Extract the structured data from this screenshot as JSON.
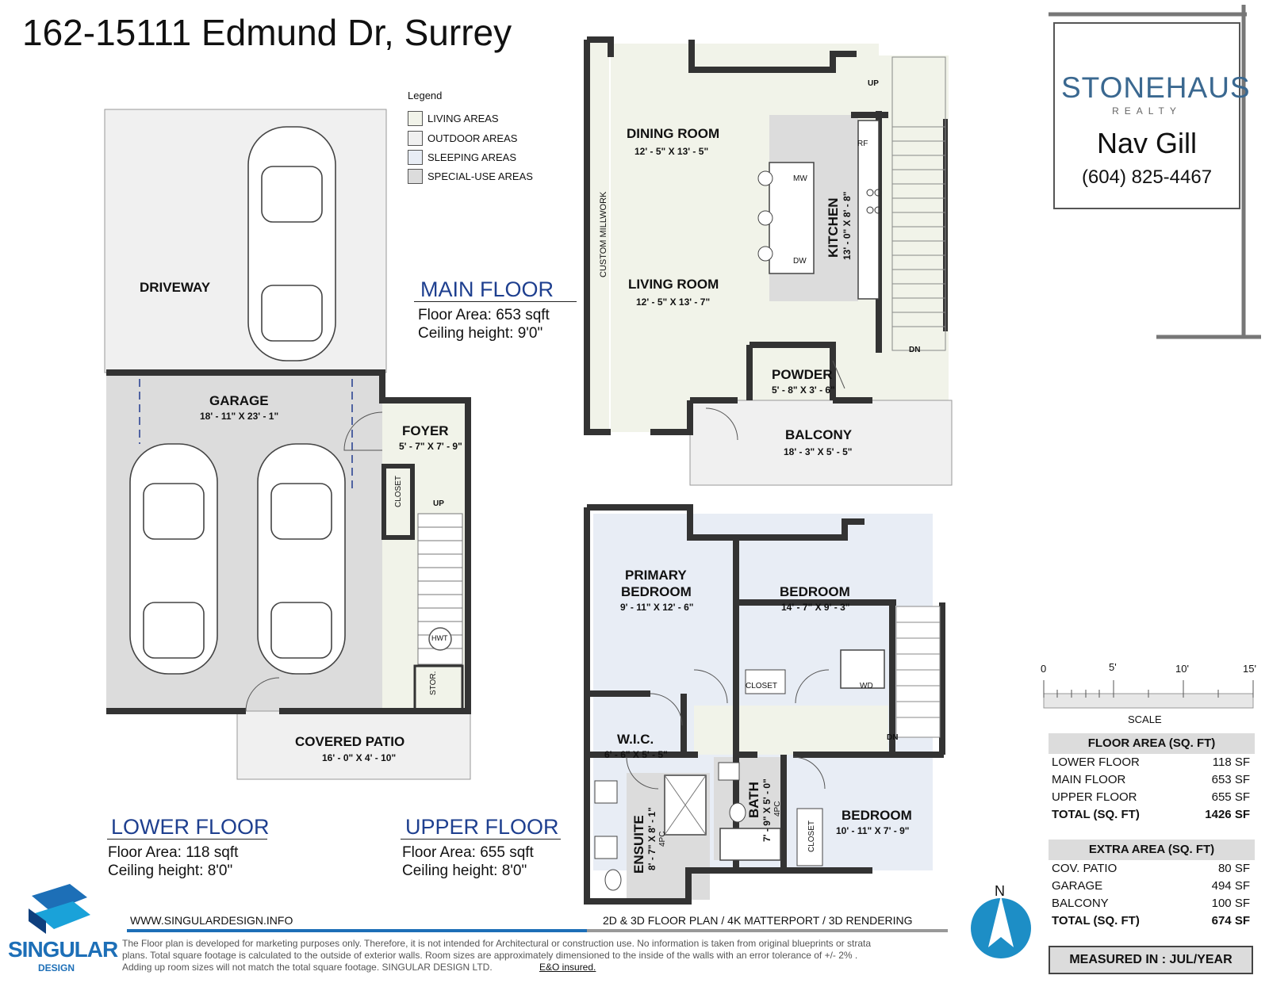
{
  "title": "162-15111 Edmund Dr, Surrey",
  "legend": {
    "title": "Legend",
    "items": [
      {
        "label": "LIVING AREAS",
        "color": "#f1f3e9"
      },
      {
        "label": "OUTDOOR AREAS",
        "color": "#f0f0f0"
      },
      {
        "label": "SLEEPING AREAS",
        "color": "#e8edf5"
      },
      {
        "label": "SPECIAL-USE AREAS",
        "color": "#dcdcdc"
      }
    ]
  },
  "floors": {
    "main": {
      "heading": "MAIN FLOOR",
      "area": "Floor Area: 653 sqft",
      "ceiling": "Ceiling height: 9'0\""
    },
    "lower": {
      "heading": "LOWER FLOOR",
      "area": "Floor Area: 118 sqft",
      "ceiling": "Ceiling height: 8'0\""
    },
    "upper": {
      "heading": "UPPER FLOOR",
      "area": "Floor Area: 655 sqft",
      "ceiling": "Ceiling height: 8'0\""
    }
  },
  "rooms": {
    "driveway": {
      "name": "DRIVEWAY"
    },
    "garage": {
      "name": "GARAGE",
      "dim": "18' - 11\" X 23' - 1\""
    },
    "foyer": {
      "name": "FOYER",
      "dim": "5' - 7\" X 7' - 9\""
    },
    "covered_patio": {
      "name": "COVERED PATIO",
      "dim": "16' - 0\" X 4' - 10\""
    },
    "dining": {
      "name": "DINING ROOM",
      "dim": "12' - 5\" X 13' - 5\""
    },
    "living": {
      "name": "LIVING ROOM",
      "dim": "12' - 5\" X 13' - 7\""
    },
    "kitchen": {
      "name": "KITCHEN",
      "dim": "13' - 0\" X 8' - 8\""
    },
    "powder": {
      "name": "POWDER",
      "dim": "5' - 8\" X 3' - 6\""
    },
    "balcony": {
      "name": "BALCONY",
      "dim": "18' - 3\" X 5' - 5\""
    },
    "primary": {
      "name1": "PRIMARY",
      "name2": "BEDROOM",
      "dim": "9' - 11\" X 12' - 6\""
    },
    "bedroom1": {
      "name": "BEDROOM",
      "dim": "14' - 7\" X 9' - 3\""
    },
    "bedroom2": {
      "name": "BEDROOM",
      "dim": "10' - 11\" X 7' - 9\""
    },
    "wic": {
      "name": "W.I.C.",
      "dim": "6' - 6\" X 5' - 5\""
    },
    "ensuite": {
      "name": "ENSUITE",
      "dim": "8' - 7\" X 8' - 1\"",
      "pc": "4PC"
    },
    "bath": {
      "name": "BATH",
      "dim": "7' - 9\" X 5' - 0\"",
      "pc": "4PC"
    }
  },
  "labels": {
    "custom_millwork": "CUSTOM MILLWORK",
    "closet": "CLOSET",
    "stor": "STOR.",
    "up": "UP",
    "dn": "DN",
    "hwt": "HWT",
    "mw": "MW",
    "dw": "DW",
    "rf": "RF",
    "wd": "WD"
  },
  "sign": {
    "brand": "STONEHAUS",
    "sub": "REALTY",
    "agent": "Nav Gill",
    "phone": "(604) 825-4467"
  },
  "scale": {
    "ticks": [
      "0",
      "5'",
      "10'",
      "15'"
    ],
    "label": "SCALE"
  },
  "floor_area": {
    "heading": "FLOOR AREA (SQ. FT)",
    "rows": [
      {
        "label": "LOWER FLOOR",
        "value": "118 SF"
      },
      {
        "label": "MAIN FLOOR",
        "value": "653 SF"
      },
      {
        "label": "UPPER FLOOR",
        "value": "655 SF"
      }
    ],
    "total": {
      "label": "TOTAL (SQ. FT)",
      "value": "1426 SF"
    }
  },
  "extra_area": {
    "heading": "EXTRA AREA (SQ. FT)",
    "rows": [
      {
        "label": "COV. PATIO",
        "value": "80 SF"
      },
      {
        "label": "GARAGE",
        "value": "494 SF"
      },
      {
        "label": "BALCONY",
        "value": "100 SF"
      }
    ],
    "total": {
      "label": "TOTAL (SQ. FT)",
      "value": "674 SF"
    }
  },
  "measured": "MEASURED IN : JUL/YEAR",
  "compass": "N",
  "footer": {
    "website": "WWW.SINGULARDESIGN.INFO",
    "services": "2D & 3D FLOOR PLAN / 4K MATTERPORT / 3D RENDERING",
    "disclaimer1": "The Floor plan is developed for marketing purposes only. Therefore, it is not intended for Architectural or construction use. No information is taken from original blueprints or strata",
    "disclaimer2": "plans. Total square footage is calculated to the outside of exterior walls. Room sizes are approximately dimensioned to the inside of the walls with an error tolerance of +/- 2% .",
    "disclaimer3": "Adding up room sizes will not match the total square footage. SINGULAR DESIGN LTD.",
    "eo": "E&O insured.",
    "logo_word": "SINGULAR",
    "logo_sub": "DESIGN"
  }
}
